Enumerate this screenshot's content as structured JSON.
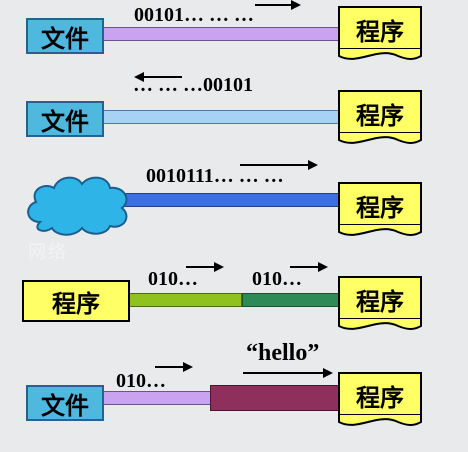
{
  "labels": {
    "file": "文件",
    "program": "程序"
  },
  "rows": [
    {
      "stream_text": "00101… … …"
    },
    {
      "stream_text": "… … …00101"
    },
    {
      "stream_text": "0010111… … …"
    },
    {
      "stream_text_a": "010…",
      "stream_text_b": "010…"
    },
    {
      "stream_text": "010…",
      "message_text": "“hello”"
    }
  ],
  "watermark": "网络",
  "colors": {
    "file_fill": "#4fb8df",
    "program_fill": "#ffff66",
    "row1_pipe": "#c9a3ef",
    "row2_pipe": "#a6d2f3",
    "row3_pipe": "#3d6fe0",
    "row4_pipe_left": "#8fc21f",
    "row4_pipe_right": "#2e8b57",
    "row5_pipe_left": "#c9a3ef",
    "row5_pipe_right": "#8e2f5c",
    "cloud_fill": "#2fb4e8"
  }
}
